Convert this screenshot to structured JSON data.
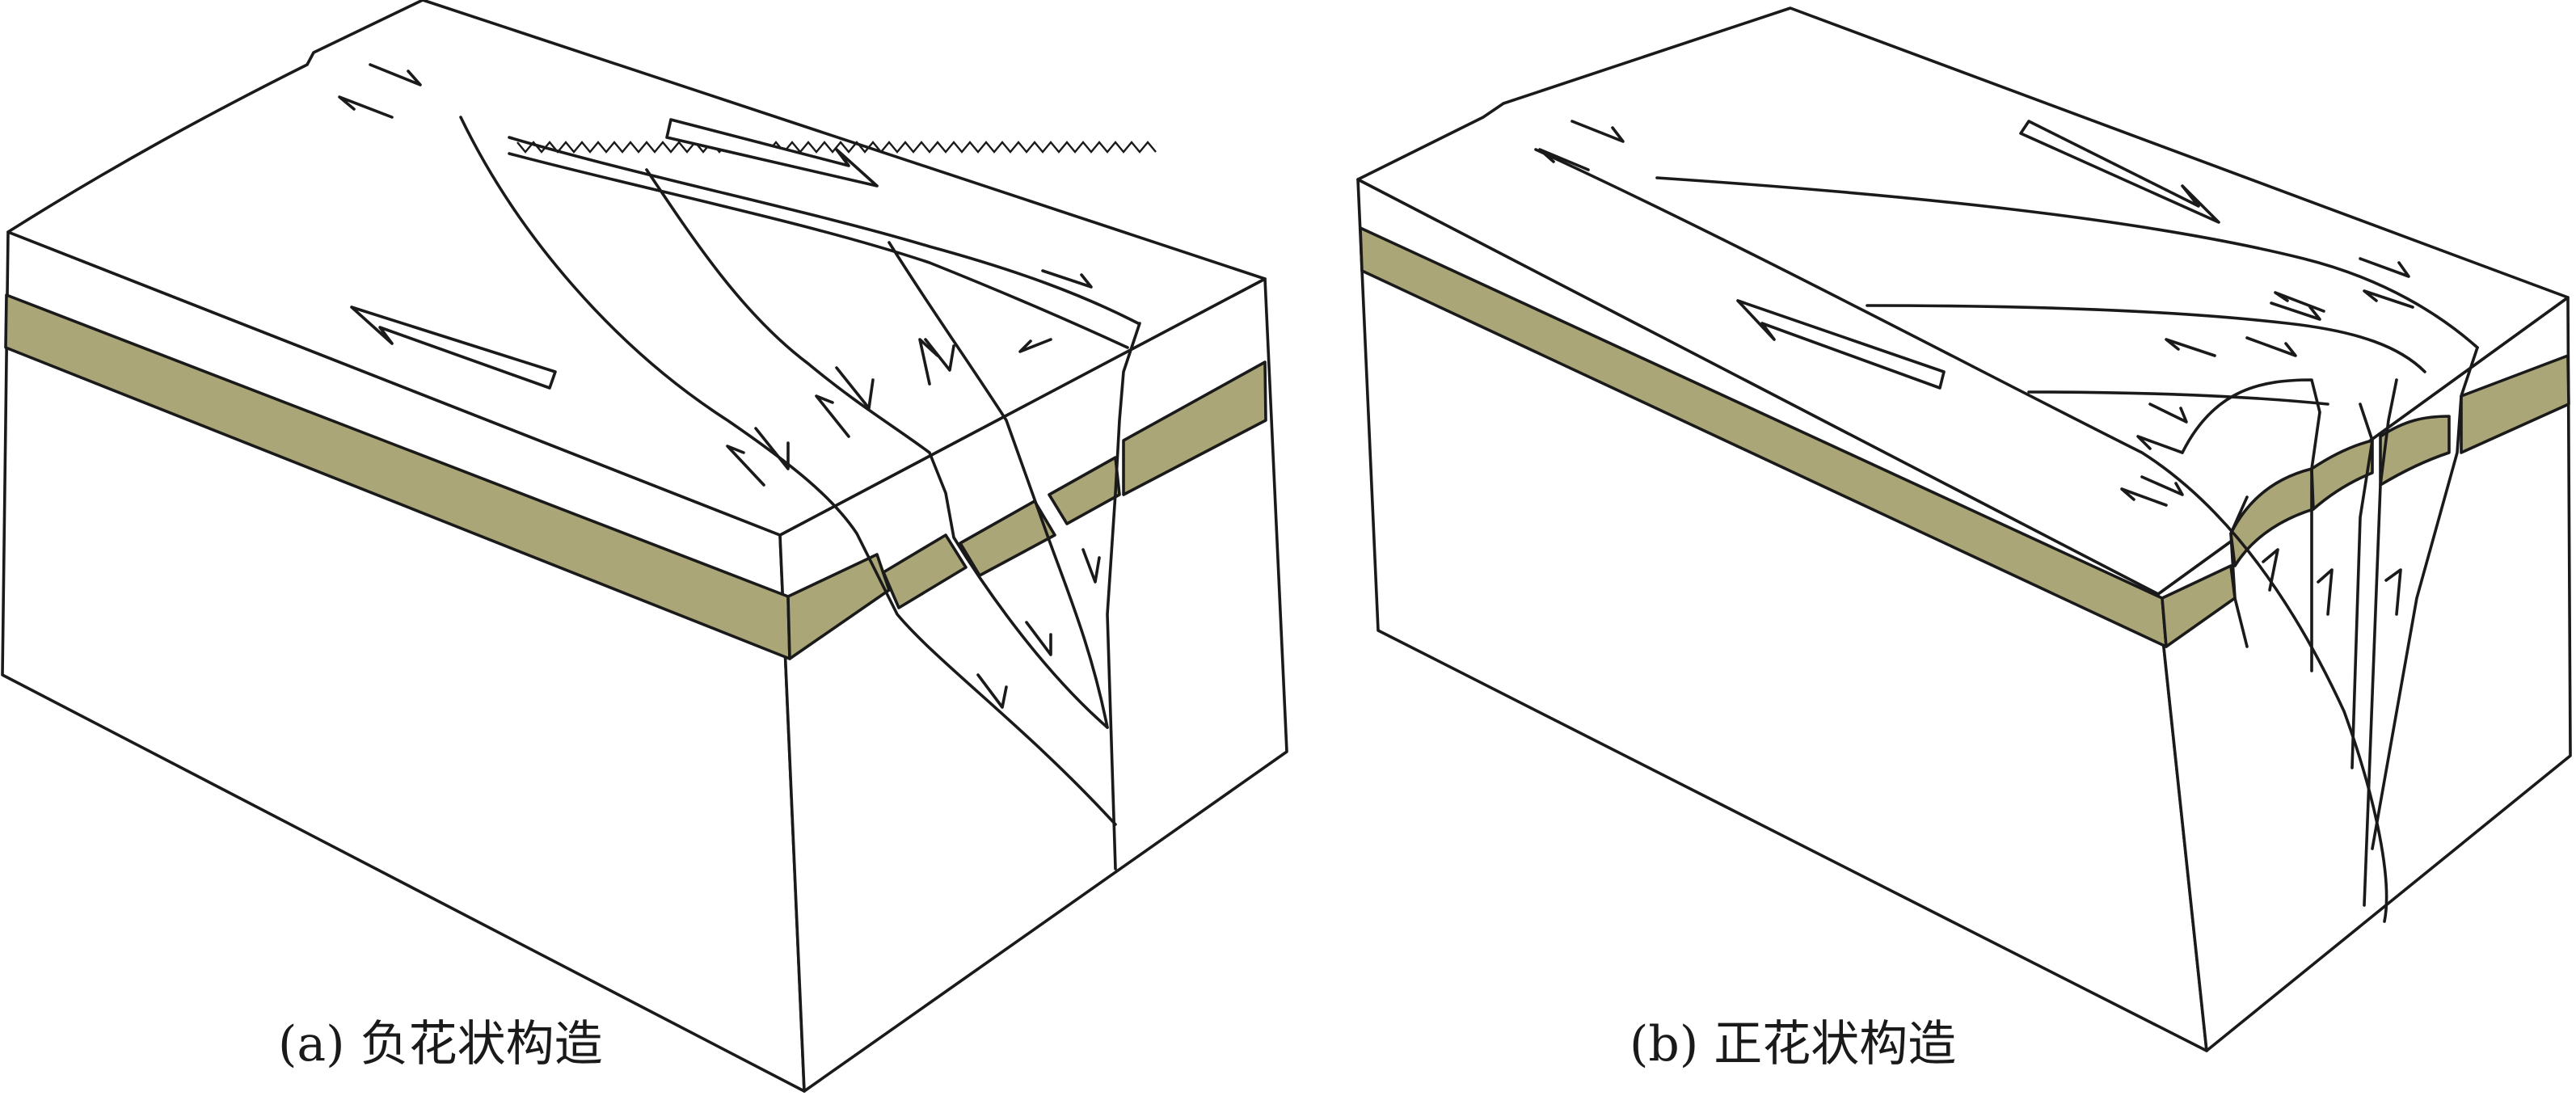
{
  "figure": {
    "layer_color": "#aaa678",
    "line_color": "#1a1a1a",
    "background": "#ffffff",
    "panels": [
      {
        "id": "a",
        "caption": "(a)  负花状构造"
      },
      {
        "id": "b",
        "caption": "(b)  正花状构造"
      }
    ]
  }
}
